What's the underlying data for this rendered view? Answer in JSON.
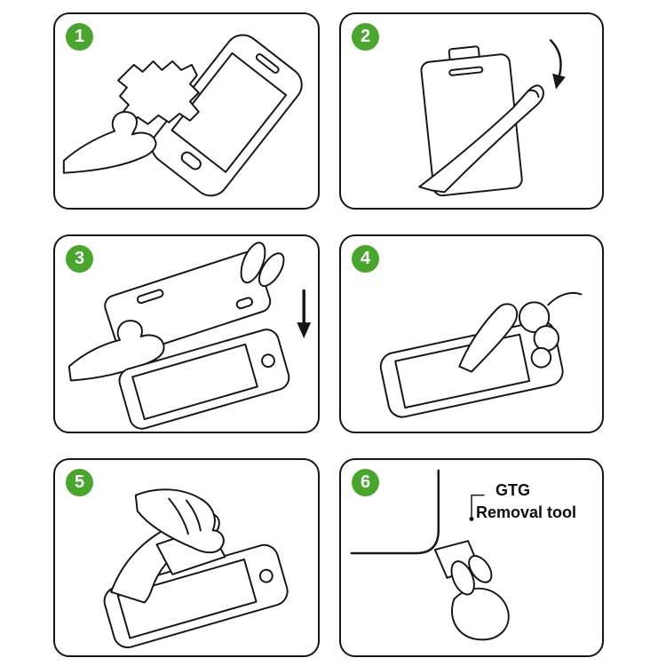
{
  "page": {
    "colors": {
      "badge": "#4aa52f",
      "line": "#161616",
      "background": "#ffffff"
    }
  },
  "steps": [
    {
      "number": "1",
      "illustration": "wipe-screen-with-cleaning-cloth"
    },
    {
      "number": "2",
      "illustration": "peel-backing-film-off-protector"
    },
    {
      "number": "3",
      "illustration": "align-and-lower-protector-onto-phone"
    },
    {
      "number": "4",
      "illustration": "press-screen-center-with-finger"
    },
    {
      "number": "5",
      "illustration": "smooth-film-with-card"
    },
    {
      "number": "6",
      "illustration": "lift-edge-with-removal-tool",
      "label": [
        "GTG",
        "Removal tool"
      ]
    }
  ]
}
